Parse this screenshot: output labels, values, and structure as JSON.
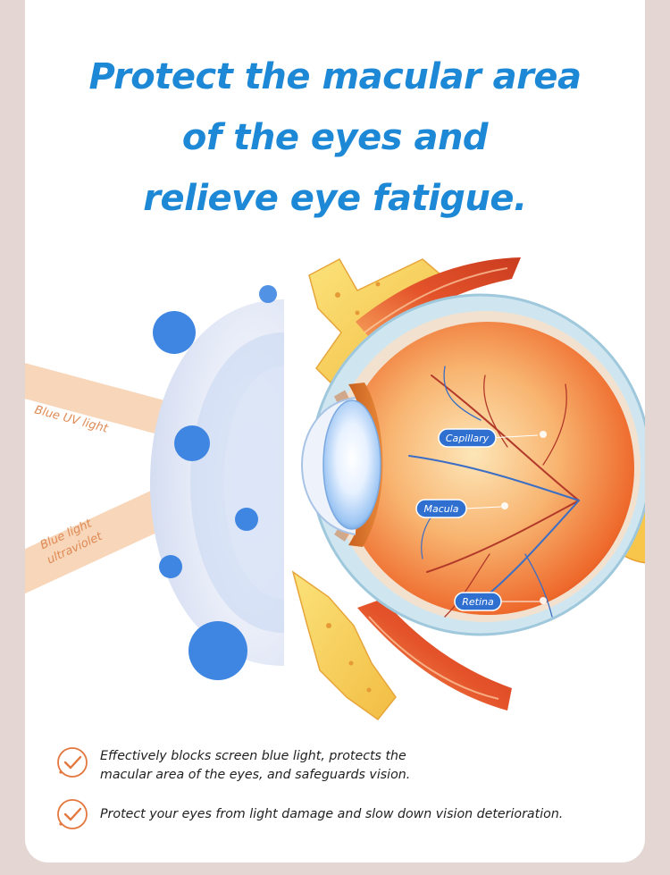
{
  "headline": {
    "line1": "Protect the macular area",
    "line2": "of the eyes and",
    "line3": "relieve eye fatigue."
  },
  "light_labels": {
    "upper_beam": "Blue UV light",
    "lower_beam_line1": "Blue light",
    "lower_beam_line2": "ultraviolet"
  },
  "eye_labels": {
    "capillary": "Capillary",
    "macula": "Macula",
    "retina": "Retina"
  },
  "features": [
    "Effectively blocks screen blue light, protects the macular area of the eyes, and safeguards vision.",
    "Protect your eyes from light damage and slow down vision deterioration."
  ],
  "colors": {
    "page_background": "#e4d6d2",
    "headline": "#1d88d6",
    "label_pill": "#2e6fd0",
    "check_icon": "#e4773e",
    "beam": "#f6d2b3"
  },
  "icons": [
    "check-circle-icon"
  ]
}
